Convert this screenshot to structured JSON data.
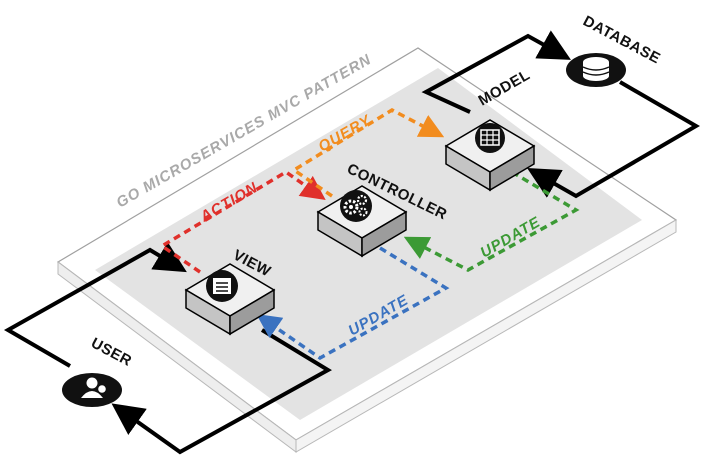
{
  "diagram": {
    "title": "GO MICROSERVICES MVC PATTERN",
    "nodes": {
      "database": {
        "label": "DATABASE",
        "icon": "database-icon"
      },
      "model": {
        "label": "MODEL",
        "icon": "table-icon"
      },
      "controller": {
        "label": "CONTROLLER",
        "icon": "gears-icon"
      },
      "view": {
        "label": "VIEW",
        "icon": "list-icon"
      },
      "user": {
        "label": "USER",
        "icon": "user-icon"
      }
    },
    "flows": {
      "action": {
        "label": "ACTION",
        "color": "#e0302b"
      },
      "query": {
        "label": "QUERY",
        "color": "#f28c1e"
      },
      "update_model": {
        "label": "UPDATE",
        "color": "#3c9a35"
      },
      "update_view": {
        "label": "UPDATE",
        "color": "#3a72c0"
      }
    },
    "colors": {
      "platform_fill": "#ffffff",
      "platform_stroke": "#a0a0a0",
      "inner_fill": "#e3e3e3",
      "box_top": "#f0f0f0",
      "box_left": "#c4c4c4",
      "box_right": "#9c9c9c",
      "line": "#000000"
    }
  }
}
